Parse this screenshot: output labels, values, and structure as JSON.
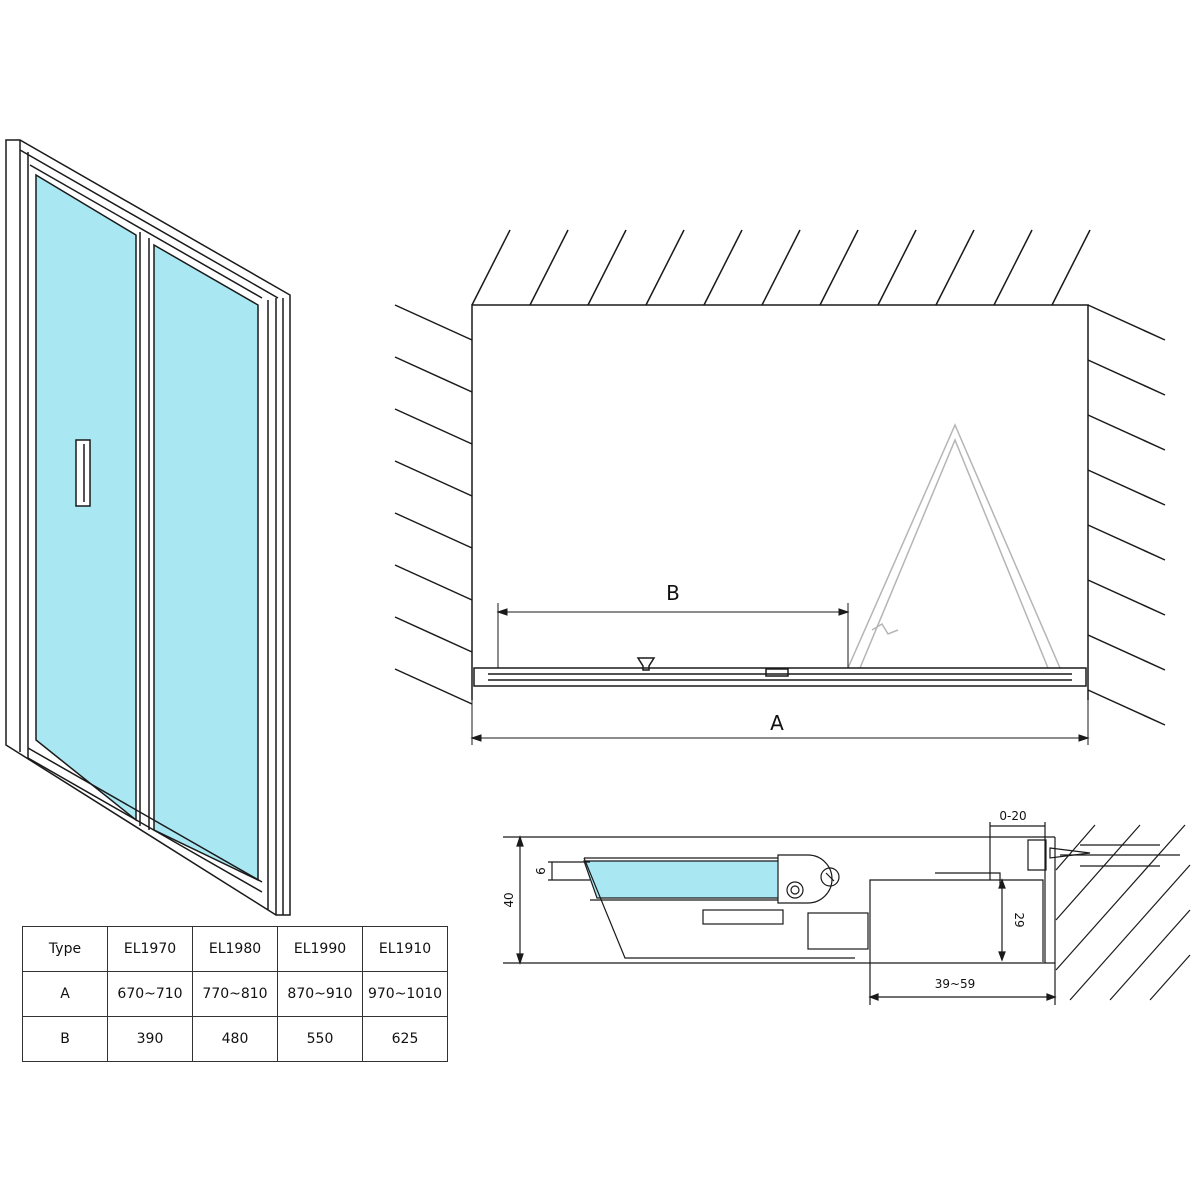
{
  "colors": {
    "glass": "#a9e7f2",
    "line": "#1a1a1a",
    "faded": "#b5b5b5"
  },
  "plan_view": {
    "dim_b_label": "B",
    "dim_a_label": "A"
  },
  "detail_view": {
    "dim_gap": "0-20",
    "dim_height": "40",
    "dim_glass": "6",
    "dim_profile": "29",
    "dim_adjust": "39~59"
  },
  "spec_table": {
    "header": [
      "Type",
      "EL1970",
      "EL1980",
      "EL1990",
      "EL1910"
    ],
    "rows": [
      [
        "A",
        "670~710",
        "770~810",
        "870~910",
        "970~1010"
      ],
      [
        "B",
        "390",
        "480",
        "550",
        "625"
      ]
    ]
  }
}
